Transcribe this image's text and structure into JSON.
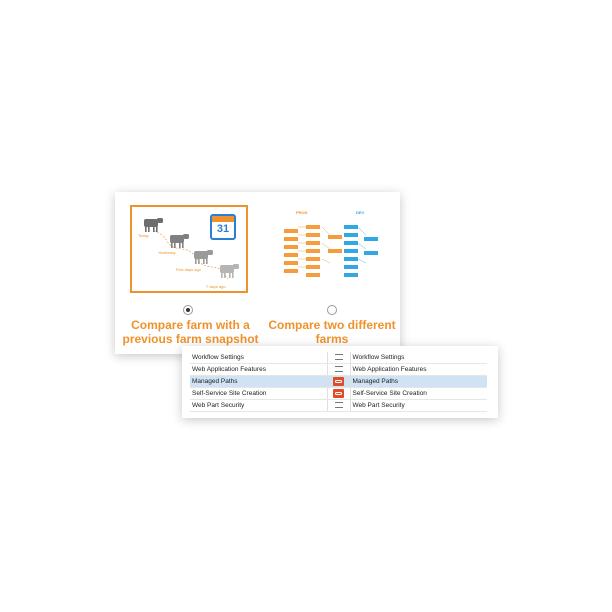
{
  "options": [
    {
      "label_line1": "Compare farm with a",
      "label_line2": "previous farm snapshot",
      "selected": true,
      "timeline": [
        "Today",
        "Yesterday",
        "Five days ago",
        "7 days ago"
      ],
      "calendar_day": "31"
    },
    {
      "label_line1": "Compare two different",
      "label_line2": "farms",
      "selected": false,
      "left_farm": "PROD",
      "right_farm": "DEV"
    }
  ],
  "comparison": {
    "rows": [
      {
        "left": "Workflow Settings",
        "status": "equal",
        "right": "Workflow Settings",
        "selected": false
      },
      {
        "left": "Web Application Features",
        "status": "equal",
        "right": "Web Application Features",
        "selected": false
      },
      {
        "left": "Managed Paths",
        "status": "different",
        "right": "Managed Paths",
        "selected": true
      },
      {
        "left": "Self-Service Site Creation",
        "status": "different",
        "right": "Self-Service Site Creation",
        "selected": false
      },
      {
        "left": "Web Part Security",
        "status": "equal",
        "right": "Web Part Security",
        "selected": false
      }
    ]
  },
  "colors": {
    "accent_orange": "#f0922b",
    "accent_blue": "#33a7e4",
    "diff_red": "#e04b28",
    "selection": "#cfe3f4"
  }
}
